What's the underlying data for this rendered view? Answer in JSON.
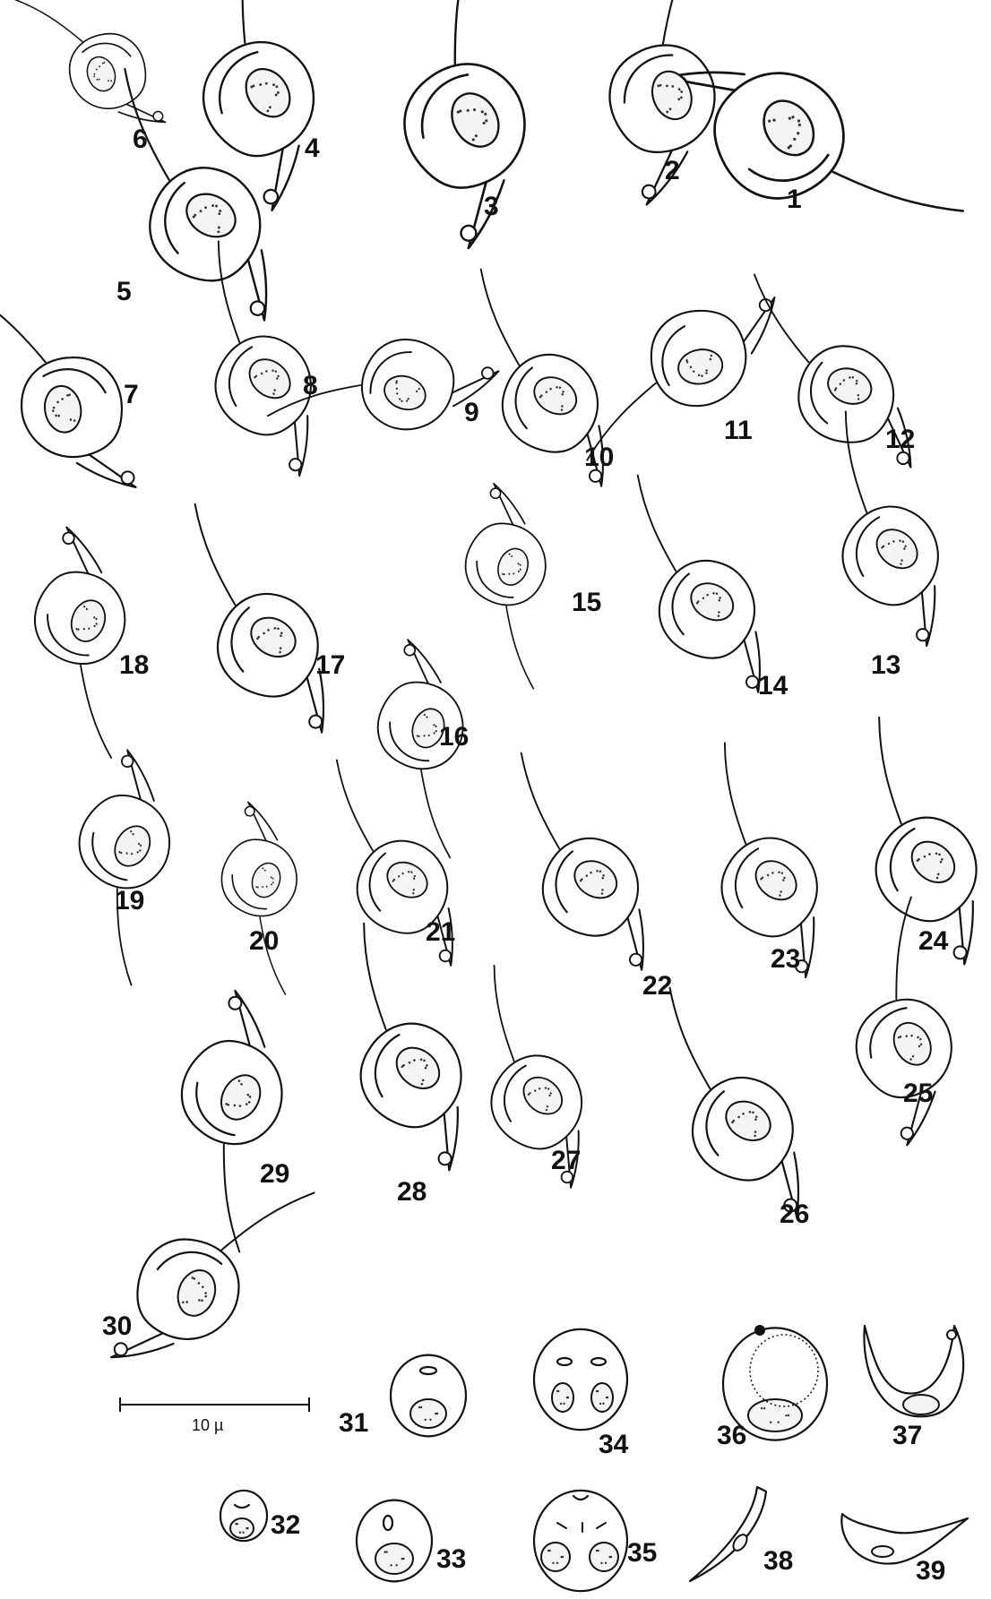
{
  "plate": {
    "figures": [
      {
        "id": 1,
        "label": "1",
        "type": "flagellate"
      },
      {
        "id": 2,
        "label": "2",
        "type": "flagellate"
      },
      {
        "id": 3,
        "label": "3",
        "type": "flagellate"
      },
      {
        "id": 4,
        "label": "4",
        "type": "flagellate"
      },
      {
        "id": 5,
        "label": "5",
        "type": "flagellate"
      },
      {
        "id": 6,
        "label": "6",
        "type": "flagellate"
      },
      {
        "id": 7,
        "label": "7",
        "type": "flagellate"
      },
      {
        "id": 8,
        "label": "8",
        "type": "flagellate"
      },
      {
        "id": 9,
        "label": "9",
        "type": "flagellate"
      },
      {
        "id": 10,
        "label": "10",
        "type": "flagellate"
      },
      {
        "id": 11,
        "label": "11",
        "type": "flagellate"
      },
      {
        "id": 12,
        "label": "12",
        "type": "flagellate"
      },
      {
        "id": 13,
        "label": "13",
        "type": "flagellate"
      },
      {
        "id": 14,
        "label": "14",
        "type": "flagellate"
      },
      {
        "id": 15,
        "label": "15",
        "type": "flagellate"
      },
      {
        "id": 16,
        "label": "16",
        "type": "flagellate"
      },
      {
        "id": 17,
        "label": "17",
        "type": "flagellate"
      },
      {
        "id": 18,
        "label": "18",
        "type": "flagellate"
      },
      {
        "id": 19,
        "label": "19",
        "type": "flagellate"
      },
      {
        "id": 20,
        "label": "20",
        "type": "flagellate"
      },
      {
        "id": 21,
        "label": "21",
        "type": "flagellate"
      },
      {
        "id": 22,
        "label": "22",
        "type": "flagellate"
      },
      {
        "id": 23,
        "label": "23",
        "type": "flagellate"
      },
      {
        "id": 24,
        "label": "24",
        "type": "flagellate"
      },
      {
        "id": 25,
        "label": "25",
        "type": "flagellate"
      },
      {
        "id": 26,
        "label": "26",
        "type": "flagellate"
      },
      {
        "id": 27,
        "label": "27",
        "type": "flagellate"
      },
      {
        "id": 28,
        "label": "28",
        "type": "flagellate"
      },
      {
        "id": 29,
        "label": "29",
        "type": "flagellate"
      },
      {
        "id": 30,
        "label": "30",
        "type": "flagellate"
      },
      {
        "id": 31,
        "label": "31",
        "type": "round"
      },
      {
        "id": 32,
        "label": "32",
        "type": "round"
      },
      {
        "id": 33,
        "label": "33",
        "type": "round"
      },
      {
        "id": 34,
        "label": "34",
        "type": "round"
      },
      {
        "id": 35,
        "label": "35",
        "type": "round"
      },
      {
        "id": 36,
        "label": "36",
        "type": "round"
      },
      {
        "id": 37,
        "label": "37",
        "type": "crescent"
      },
      {
        "id": 38,
        "label": "38",
        "type": "slender"
      },
      {
        "id": 39,
        "label": "39",
        "type": "slender"
      }
    ],
    "scale_bar": {
      "label": "10 µ"
    }
  },
  "colors": {
    "ink": "#111111",
    "paper": "#ffffff"
  }
}
